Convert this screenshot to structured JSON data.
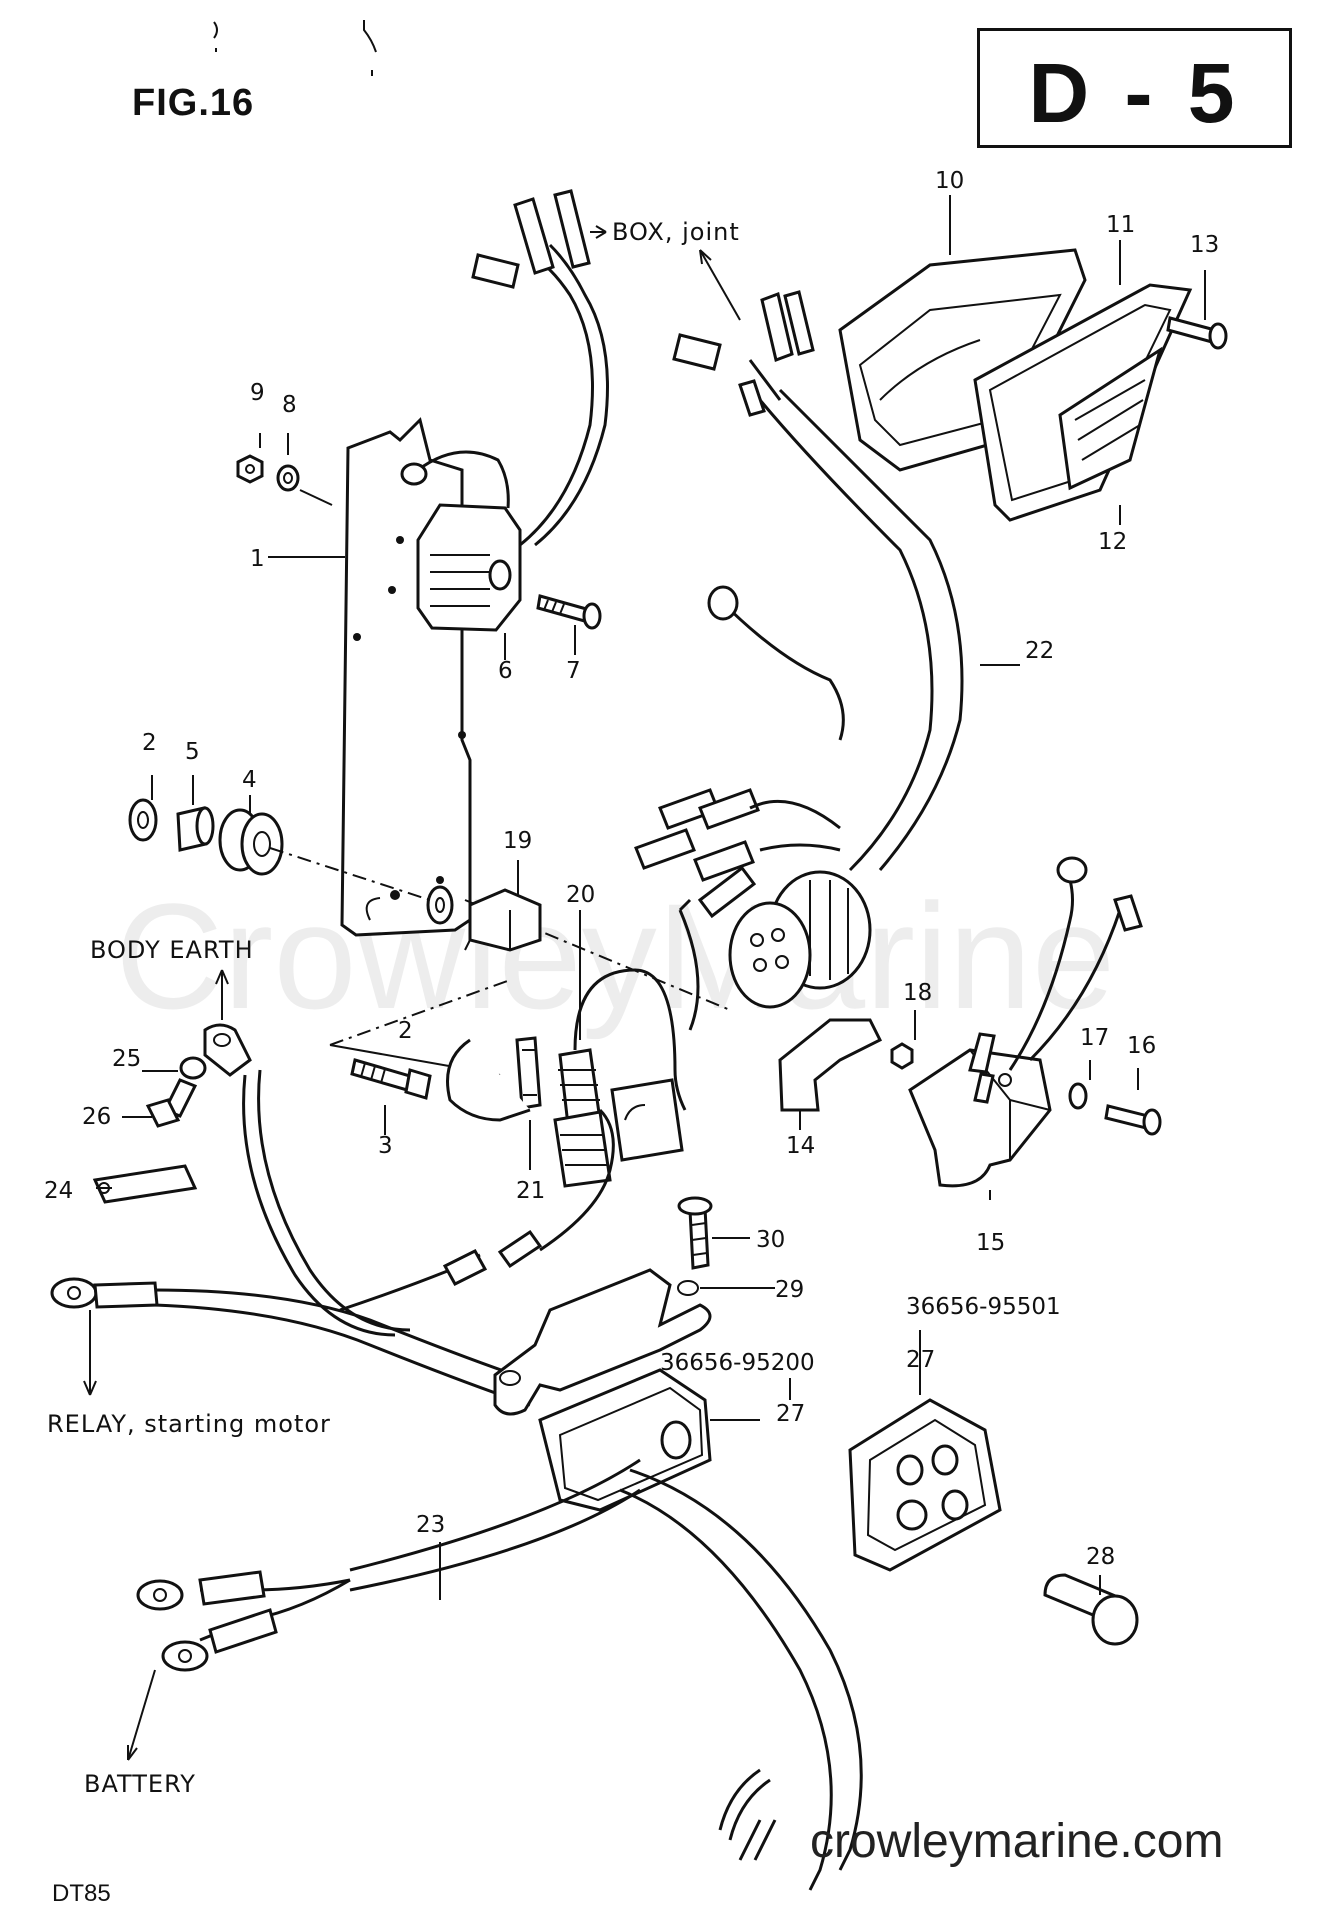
{
  "figure": {
    "title": "FIG.16",
    "code": "D - 5",
    "model": "DT85",
    "watermark": "CrowleyMarine",
    "site": "crowleymarine.com"
  },
  "annotations": {
    "box_joint": "BOX, joint",
    "body_earth": "BODY EARTH",
    "relay": "RELAY, starting motor",
    "battery": "BATTERY"
  },
  "part_numbers": {
    "grommet_a": "36656-95200",
    "grommet_b": "36656-95501"
  },
  "callouts": [
    "1",
    "2",
    "2",
    "3",
    "4",
    "5",
    "6",
    "7",
    "8",
    "9",
    "10",
    "11",
    "12",
    "13",
    "14",
    "15",
    "16",
    "17",
    "18",
    "19",
    "20",
    "21",
    "22",
    "23",
    "24",
    "25",
    "26",
    "27",
    "27",
    "28",
    "29",
    "30"
  ]
}
